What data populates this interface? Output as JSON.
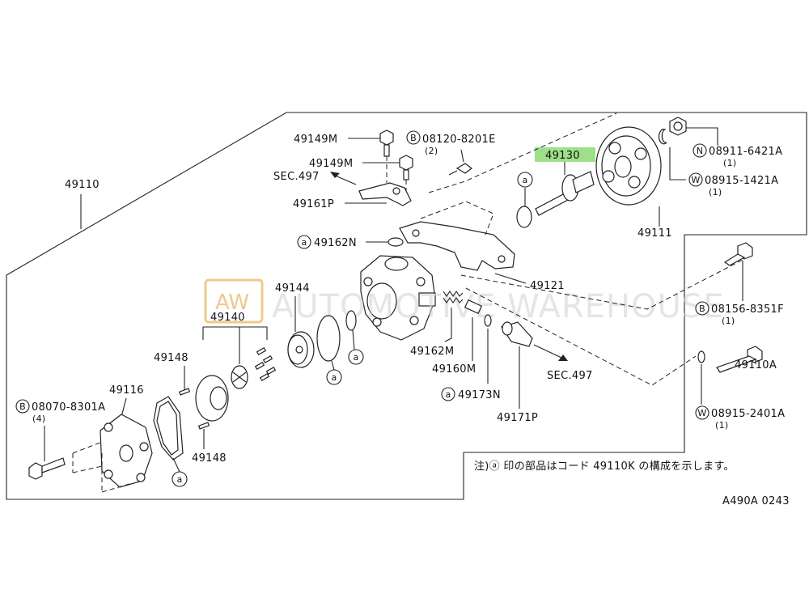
{
  "labels": {
    "p49110": "49110",
    "p49149m_1": "49149M",
    "p49149m_2": "49149M",
    "p08120_bolt": "08120-8201E",
    "p08120_qty": "(2)",
    "p49130": "49130",
    "p08911_nut": "08911-6421A",
    "p08911_qty": "(1)",
    "p08915_washer": "08915-1421A",
    "p08915_qty": "(1)",
    "sec497_top": "SEC.497",
    "p49161p": "49161P",
    "p49111": "49111",
    "p49162n": "49162N",
    "p49121": "49121",
    "p49144": "49144",
    "p49140": "49140",
    "p08156_bolt": "08156-8351F",
    "p08156_qty": "(1)",
    "p49162m": "49162M",
    "p49110a": "49110A",
    "p49148_1": "49148",
    "p49160m": "49160M",
    "sec497_bottom": "SEC.497",
    "p49116": "49116",
    "p49173n": "49173N",
    "p08070_bolt": "08070-8301A",
    "p08070_qty": "(4)",
    "p49171p": "49171P",
    "p08915_2401_washer": "08915-2401A",
    "p08915_2401_qty": "(1)",
    "p49148_2": "49148",
    "note": "注)ⓐ 印の部品はコード 49110K の構成を示します。",
    "diagram_code": "A490A 0243"
  },
  "symbols": {
    "bolt_marker": "B",
    "nut_marker": "N",
    "washer_marker": "W",
    "kit_marker": "a"
  },
  "watermark": {
    "logo": "AW",
    "text": "AUTOMOTIVE WAREHOUSE"
  },
  "colors": {
    "highlight": "#9ee08a",
    "line": "#222222",
    "watermark_logo": "#f2c98a"
  }
}
